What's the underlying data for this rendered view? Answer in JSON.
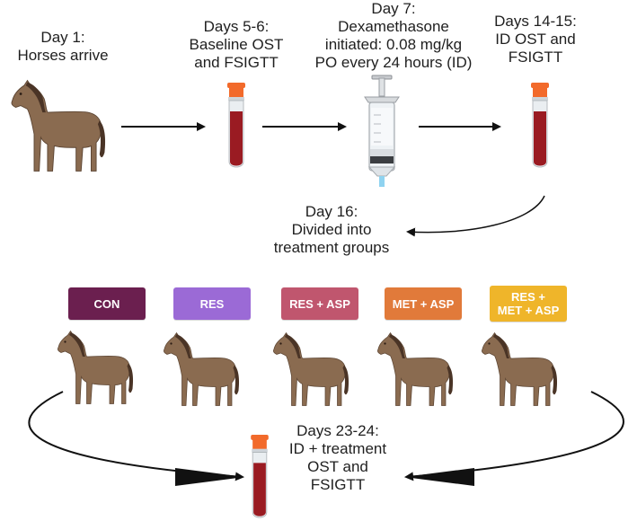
{
  "steps": {
    "arrive": {
      "line1": "Day 1:",
      "line2": "Horses arrive"
    },
    "baseline": {
      "line1": "Days 5-6:",
      "line2": "Baseline OST",
      "line3": "and FSIGTT"
    },
    "dexa": {
      "line1": "Day 7:",
      "line2": "Dexamethasone",
      "line3": "initiated: 0.08 mg/kg",
      "line4": "PO every 24 hours (ID)"
    },
    "id_test": {
      "line1": "Days 14-15:",
      "line2": "ID OST and",
      "line3": "FSIGTT"
    },
    "divide": {
      "line1": "Day 16:",
      "line2": "Divided into",
      "line3": "treatment groups"
    },
    "final": {
      "line1": "Days 23-24:",
      "line2": "ID + treatment",
      "line3": "OST and",
      "line4": "FSIGTT"
    }
  },
  "groups": [
    {
      "line1": "CON",
      "line2": "",
      "color": "#6b1f4f"
    },
    {
      "line1": "RES",
      "line2": "",
      "color": "#9b6ad6"
    },
    {
      "line1": "RES + ASP",
      "line2": "",
      "color": "#c0566e"
    },
    {
      "line1": "MET + ASP",
      "line2": "",
      "color": "#e17a3a"
    },
    {
      "line1": "RES +",
      "line2": "MET + ASP",
      "color": "#efb52a"
    }
  ],
  "colors": {
    "horse_body": "#8a6b50",
    "horse_mane": "#4a3426",
    "tube_cap": "#f26a2b",
    "tube_blood": "#9a1b22",
    "arrow": "#111111"
  },
  "icons": {
    "animal": "horse-icon",
    "sample": "blood-tube-icon",
    "drug": "syringe-icon"
  }
}
